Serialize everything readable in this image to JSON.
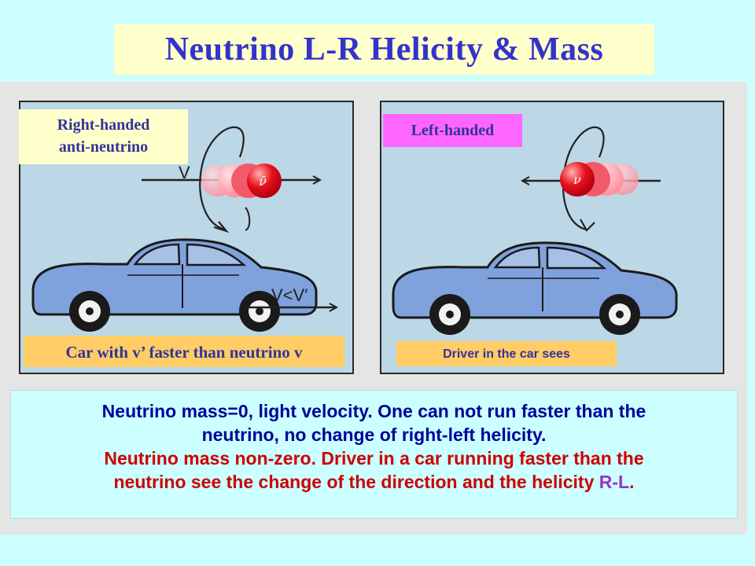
{
  "title": "Neutrino L-R Helicity & Mass",
  "left_panel": {
    "label_line1": "Right-handed",
    "label_line2": "anti-neutrino",
    "velocity_label": "V",
    "particle_symbol": "ν̄",
    "car_velocity_label": "V<V′",
    "caption": "Car with v’ faster than neutrino v"
  },
  "right_panel": {
    "label": "Left-handed",
    "particle_symbol": "ν",
    "caption": "Driver in the car sees"
  },
  "explanation": {
    "line1": "Neutrino mass=0, light velocity. One can not run faster than the",
    "line2": "neutrino, no change of right-left helicity.",
    "line3": "Neutrino mass non-zero. Driver in a car running faster than the",
    "line4_prefix": "neutrino see the change of the direction and the helicity ",
    "line4_highlight": "R-L",
    "line4_suffix": "."
  },
  "colors": {
    "background": "#ccffff",
    "title_text": "#3333cc",
    "title_box": "#ffffcc",
    "panel": "#bcd7e6",
    "car_body": "#7fa2dc",
    "particle": "#e8101a",
    "label_pink": "#ff66ff",
    "label_orange": "#ffcc66",
    "text_blue": "#000099",
    "text_red": "#cc0000",
    "text_purple": "#9933cc"
  }
}
